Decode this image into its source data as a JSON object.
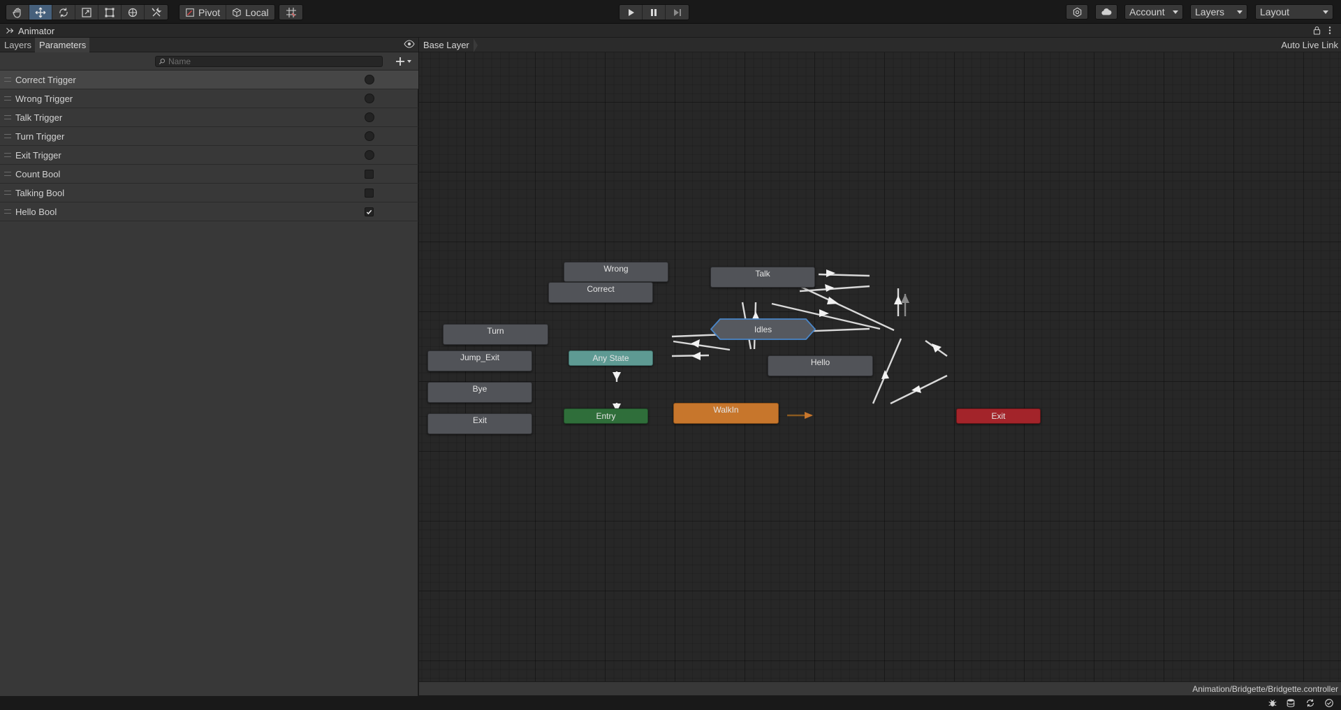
{
  "toolbar": {
    "tools": [
      {
        "name": "hand-tool-icon"
      },
      {
        "name": "move-tool-icon"
      },
      {
        "name": "rotate-tool-icon"
      },
      {
        "name": "scale-tool-icon"
      },
      {
        "name": "rect-tool-icon"
      },
      {
        "name": "transform-tool-icon"
      },
      {
        "name": "custom-tool-icon"
      }
    ],
    "pivot_label": "Pivot",
    "local_label": "Local",
    "account_label": "Account",
    "layers_label": "Layers",
    "layout_label": "Layout"
  },
  "window": {
    "title": "Animator"
  },
  "left_panel": {
    "tabs": [
      "Layers",
      "Parameters"
    ],
    "search_placeholder": "Name",
    "parameters": [
      {
        "name": "Correct Trigger",
        "type": "trigger"
      },
      {
        "name": "Wrong Trigger",
        "type": "trigger"
      },
      {
        "name": "Talk Trigger",
        "type": "trigger"
      },
      {
        "name": "Turn Trigger",
        "type": "trigger"
      },
      {
        "name": "Exit Trigger",
        "type": "trigger"
      },
      {
        "name": "Count Bool",
        "type": "bool",
        "value": false
      },
      {
        "name": "Talking Bool",
        "type": "bool",
        "value": false
      },
      {
        "name": "Hello Bool",
        "type": "bool",
        "value": true
      }
    ]
  },
  "graph": {
    "breadcrumb": "Base Layer",
    "auto_live_link": "Auto Live Link",
    "states": {
      "wrong": "Wrong",
      "correct": "Correct",
      "talk": "Talk",
      "turn": "Turn",
      "idles": "Idles",
      "jump_exit": "Jump_Exit",
      "any_state": "Any State",
      "hello": "Hello",
      "bye": "Bye",
      "entry": "Entry",
      "walkin": "WalkIn",
      "exit_left": "Exit",
      "exit_right": "Exit"
    }
  },
  "path": "Animation/Bridgette/Bridgette.controller",
  "colors": {
    "any_state": "#5e9a93",
    "entry": "#2f6e3a",
    "default_state": "#c7762c",
    "exit": "#a3242a",
    "selected_outline": "#4a86c8"
  }
}
